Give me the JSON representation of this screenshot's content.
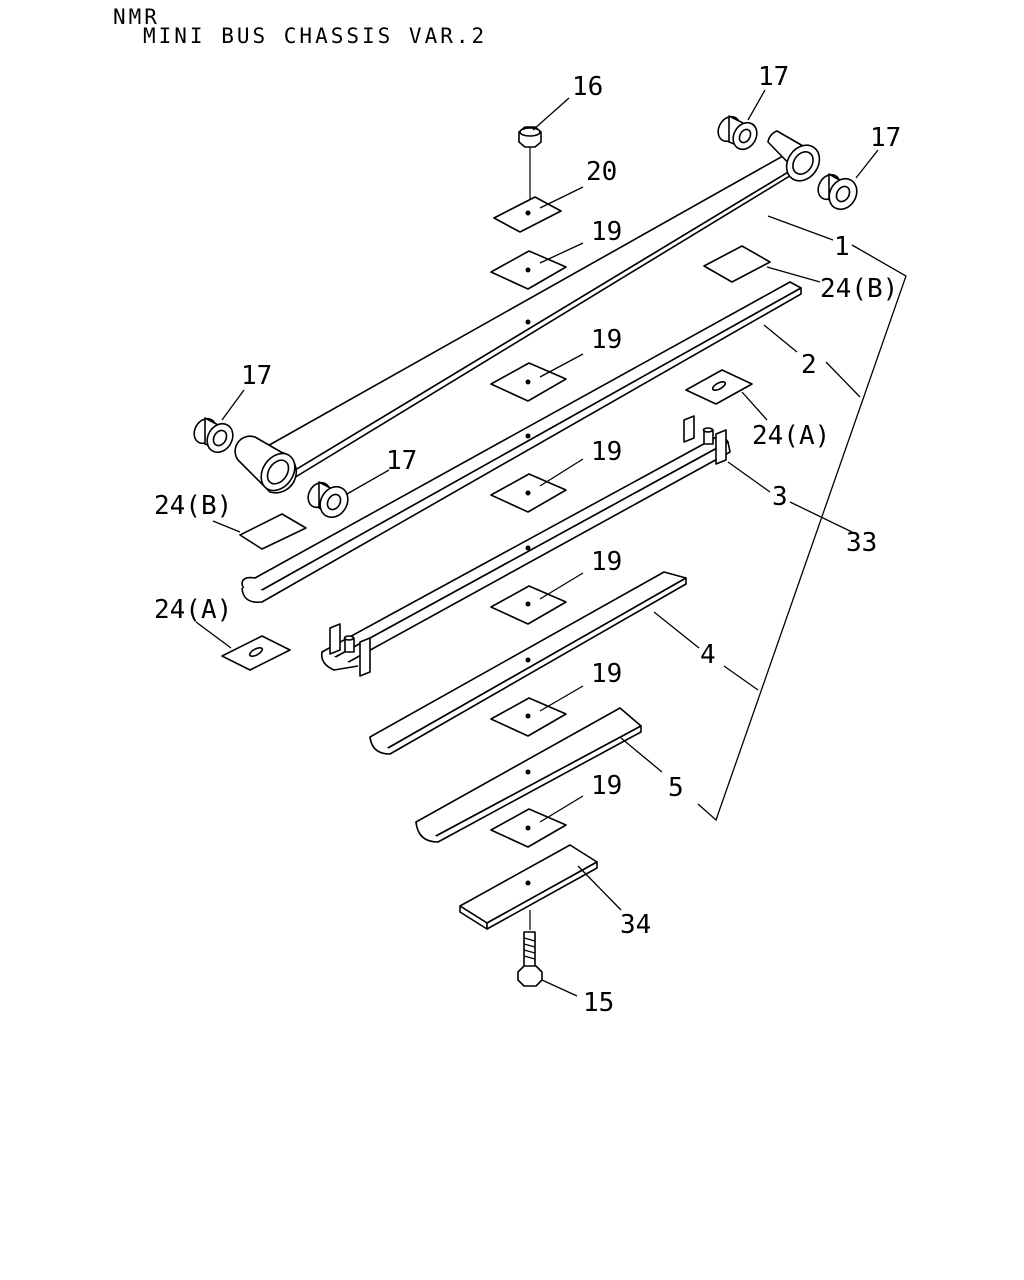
{
  "header": {
    "model": "NMR",
    "title": "MINI BUS CHASSIS VAR.2"
  },
  "callouts": {
    "c16": "16",
    "c17_top": "17",
    "c17_right": "17",
    "c17_left": "17",
    "c17_mid": "17",
    "c20": "20",
    "c19_1": "19",
    "c19_2": "19",
    "c19_3": "19",
    "c19_4": "19",
    "c19_5": "19",
    "c19_6": "19",
    "c1": "1",
    "c24b_right": "24(B)",
    "c2": "2",
    "c24a_right": "24(A)",
    "c3": "3",
    "c33": "33",
    "c24b_left": "24(B)",
    "c24a_left": "24(A)",
    "c4": "4",
    "c5": "5",
    "c34": "34",
    "c15": "15"
  }
}
